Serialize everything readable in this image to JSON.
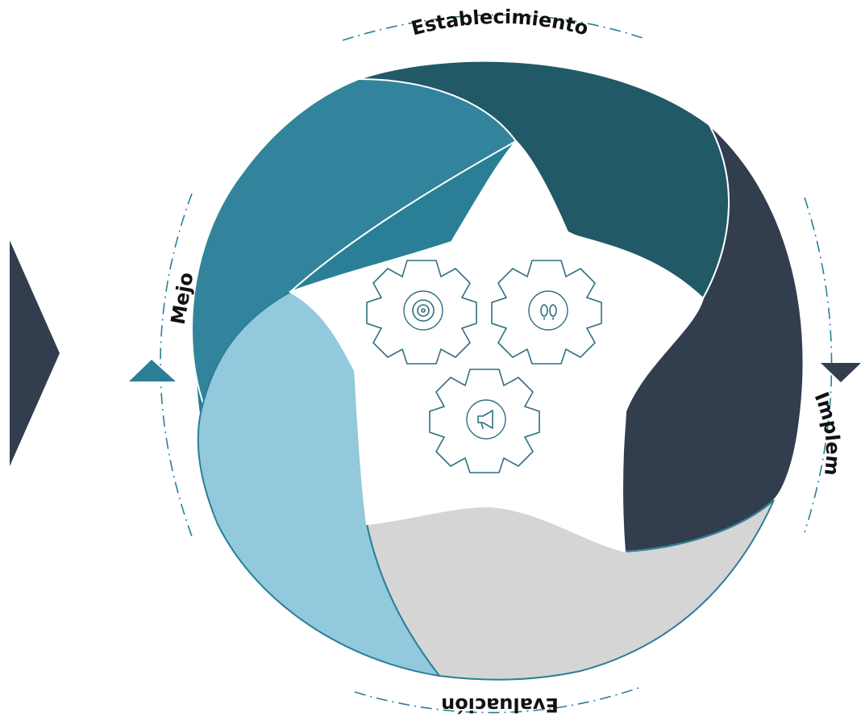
{
  "diagram": {
    "phases": [
      {
        "id": "establecimiento",
        "label": "Establecimiento",
        "color": "#215966"
      },
      {
        "id": "implementacion",
        "label": "Implem",
        "color": "#323d4e"
      },
      {
        "id": "evaluacion",
        "label": "Evaluación",
        "color": "#d5d5d5"
      },
      {
        "id": "mejora",
        "label": "Mejo",
        "color": "#92c9dc"
      },
      {
        "id": "planificacion",
        "label": "",
        "color": "#32849d"
      }
    ],
    "gears": [
      {
        "icon": "target-icon"
      },
      {
        "icon": "footprints-icon"
      },
      {
        "icon": "megaphone-icon"
      }
    ],
    "colors": {
      "side_chevron": "#323d4e",
      "arrow_up": "#2a7f97",
      "arrow_down": "#323d4e",
      "outline": "#2a7f97"
    }
  }
}
